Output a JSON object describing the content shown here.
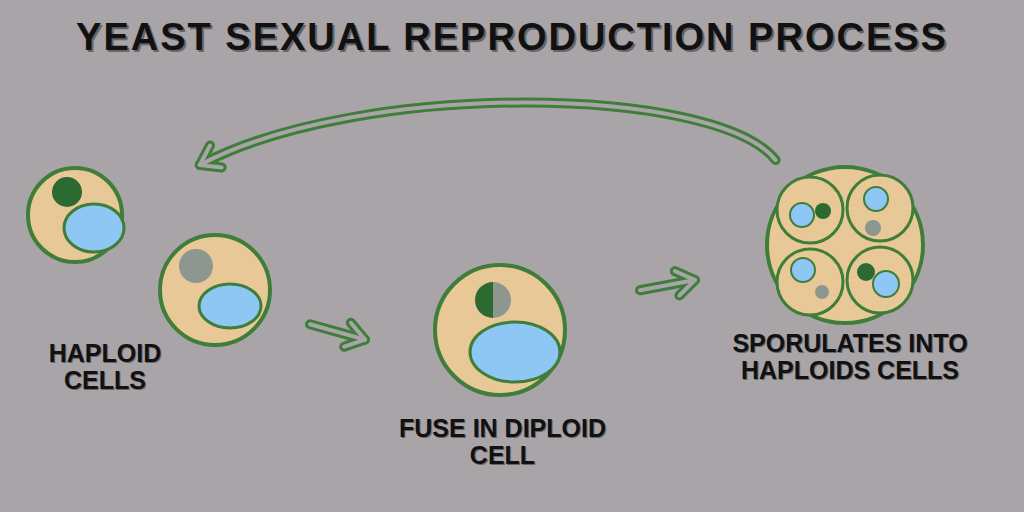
{
  "diagram": {
    "title": "YEAST SEXUAL REPRODUCTION PROCESS",
    "nodes": [
      {
        "text": [
          "HAPLOID CELLS"
        ]
      },
      {
        "text": [
          "FUSE IN DIPLOID CELL"
        ]
      },
      {
        "text": [
          "SPORULATES INTO HAPLOIDS CELLS"
        ]
      }
    ],
    "edges": [
      {
        "from": 0,
        "to": 1,
        "arrow": "to"
      },
      {
        "from": 1,
        "to": 2,
        "arrow": "to"
      },
      {
        "from": 2,
        "to": 0,
        "arrow": "to"
      }
    ]
  }
}
